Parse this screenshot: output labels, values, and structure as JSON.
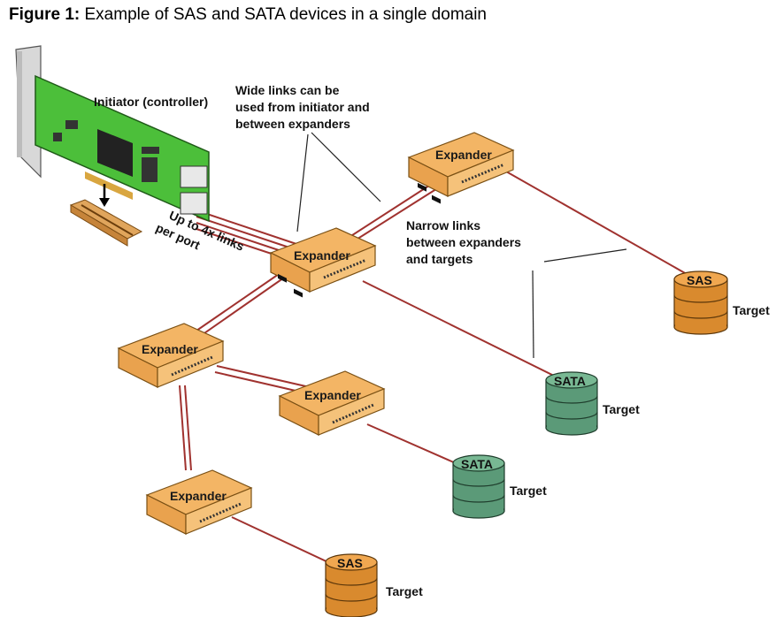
{
  "figure": {
    "title_bold": "Figure 1:",
    "title_rest": " Example of SAS and SATA devices in a single domain"
  },
  "labels": {
    "initiator": "Initiator (controller)",
    "wide_links": [
      "Wide links can be",
      "used from initiator and",
      "between expanders"
    ],
    "narrow_links": [
      "Narrow links",
      "between expanders",
      "and targets"
    ],
    "up_to": [
      "Up to 4x links",
      "per port"
    ]
  },
  "expanders": [
    "Expander",
    "Expander",
    "Expander",
    "Expander",
    "Expander"
  ],
  "targets": [
    {
      "type": "SAS",
      "label": "Target"
    },
    {
      "type": "SATA",
      "label": "Target"
    },
    {
      "type": "SATA",
      "label": "Target"
    },
    {
      "type": "SAS",
      "label": "Target"
    }
  ],
  "colors": {
    "expander": "#f3b565",
    "sas_drive": "#d98a2e",
    "sata_drive": "#5b9a78",
    "link": "#a0322f",
    "card": "#4cbf3a"
  }
}
